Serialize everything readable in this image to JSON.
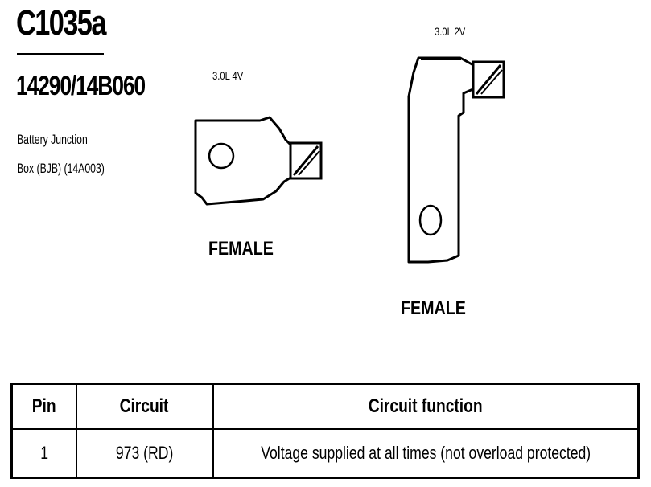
{
  "header": {
    "connector_id": "C1035a",
    "part_number": "14290/14B060",
    "description_line1": "Battery Junction",
    "description_line2": "Box (BJB) (14A003)"
  },
  "terminals": [
    {
      "engine_label": "3.0L 4V",
      "gender_label": "FEMALE",
      "icon": "ring-terminal-icon"
    },
    {
      "engine_label": "3.0L 2V",
      "gender_label": "FEMALE",
      "icon": "angled-ring-terminal-icon"
    }
  ],
  "pin_table": {
    "headers": [
      "Pin",
      "Circuit",
      "Circuit function"
    ],
    "rows": [
      {
        "pin": "1",
        "circuit": "973 (RD)",
        "function": "Voltage supplied at all times (not overload protected)"
      }
    ]
  }
}
